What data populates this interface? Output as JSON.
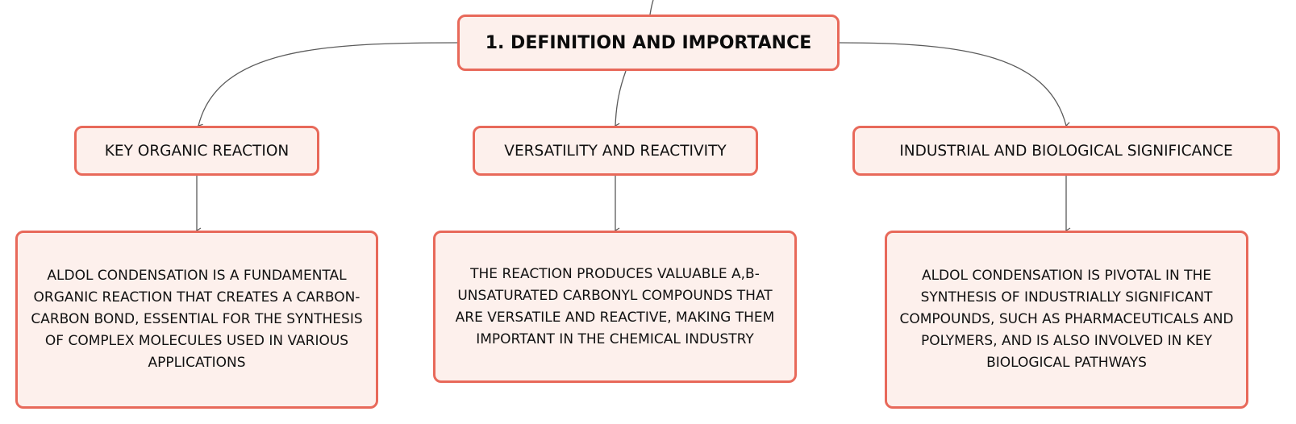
{
  "colors": {
    "node_fill": "#fdf0ec",
    "node_border": "#e8695a",
    "connector": "#5b5b5b"
  },
  "root": {
    "label": "1. DEFINITION AND IMPORTANCE"
  },
  "branches": [
    {
      "label": "KEY ORGANIC REACTION",
      "description": "ALDOL CONDENSATION IS A FUNDAMENTAL ORGANIC REACTION THAT CREATES A CARBON-CARBON BOND, ESSENTIAL FOR THE SYNTHESIS OF COMPLEX MOLECULES USED IN VARIOUS APPLICATIONS"
    },
    {
      "label": "VERSATILITY AND REACTIVITY",
      "description": "THE REACTION PRODUCES VALUABLE Α,Β-UNSATURATED CARBONYL COMPOUNDS THAT ARE VERSATILE AND REACTIVE, MAKING THEM IMPORTANT IN THE CHEMICAL INDUSTRY"
    },
    {
      "label": "INDUSTRIAL AND BIOLOGICAL SIGNIFICANCE",
      "description": "ALDOL CONDENSATION IS PIVOTAL IN THE SYNTHESIS OF INDUSTRIALLY SIGNIFICANT COMPOUNDS, SUCH AS PHARMACEUTICALS AND POLYMERS, AND IS ALSO INVOLVED IN KEY BIOLOGICAL PATHWAYS"
    }
  ]
}
